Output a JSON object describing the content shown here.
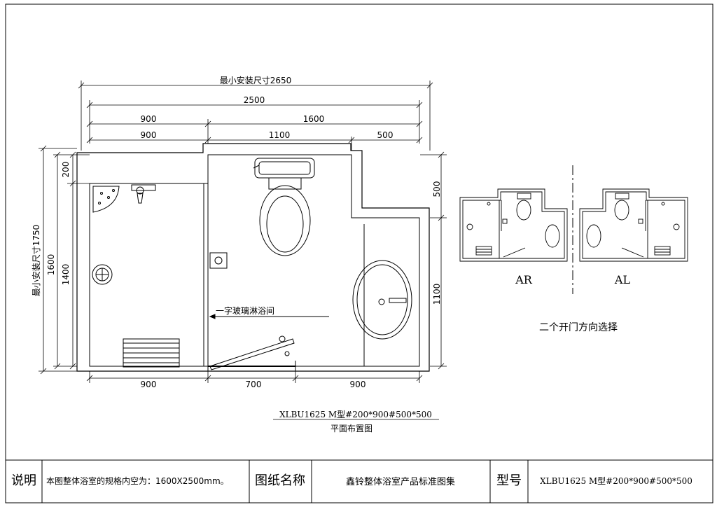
{
  "plan": {
    "dimensions": {
      "min_install_width": "最小安装尺寸2650",
      "total_width": "2500",
      "top_900_a": "900",
      "top_1600": "1600",
      "top_900_b": "900",
      "top_1100": "1100",
      "top_500": "500",
      "min_install_depth": "最小安装尺寸1750",
      "left_200": "200",
      "left_1600": "1600",
      "left_1400": "1400",
      "right_500": "500",
      "right_1100": "1100",
      "bottom_900_a": "900",
      "bottom_700": "700",
      "bottom_900_b": "900"
    },
    "shower_label": "一字玻璃淋浴间",
    "model_line": "XLBU1625 M型#200*900#500*500",
    "caption": "平面布置图"
  },
  "variants": {
    "ar_label": "AR",
    "al_label": "AL",
    "caption": "二个开门方向选择"
  },
  "title_block": {
    "note_heading": "说明",
    "note_text": "本图整体浴室的规格内空为：1600X2500mm。",
    "drawing_name_heading": "图纸名称",
    "drawing_name": "鑫铃整体浴室产品标准图集",
    "model_heading": "型号",
    "model": "XLBU1625 M型#200*900#500*500"
  }
}
